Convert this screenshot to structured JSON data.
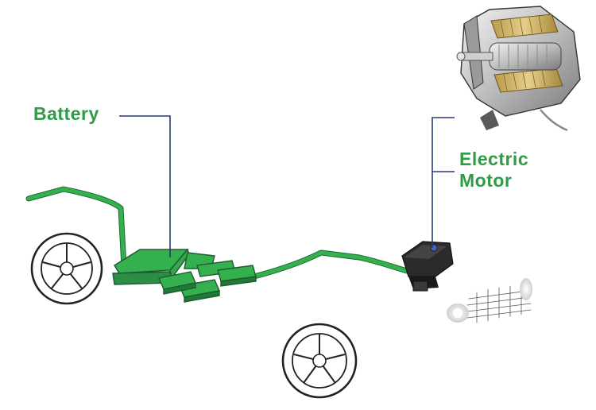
{
  "labels": {
    "battery": "Battery",
    "motor_line1": "Electric",
    "motor_line2": "Motor"
  },
  "colors": {
    "label_text": "#2e9b46",
    "battery_green": "#2fa84f",
    "battery_green_dark": "#1f7a36",
    "wire_green": "#35b04f",
    "callout_line": "#2a3a7a",
    "car_outline": "#222222",
    "motor_body": "#2b2b2b",
    "motor_accent": "#4a63c8",
    "background": "#ffffff"
  },
  "icons": {
    "car": "sports-car-outline",
    "battery": "battery-pack",
    "motor": "electric-motor",
    "motor_cutaway": "motor-cutaway-illustration"
  }
}
